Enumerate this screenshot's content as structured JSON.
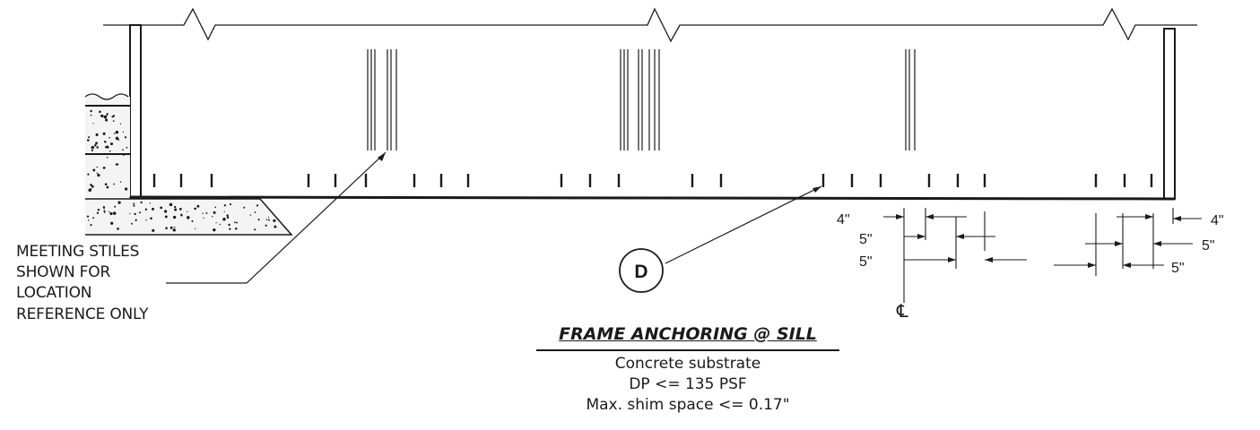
{
  "notes": {
    "meeting_stiles": [
      "MEETING STILES",
      "SHOWN FOR",
      "LOCATION",
      "REFERENCE ONLY"
    ]
  },
  "callout": {
    "label": "D"
  },
  "dimensions": {
    "left_group": {
      "d1": "4\"",
      "d2": "5\"",
      "d3": "5\""
    },
    "right_group": {
      "d1": "4\"",
      "d2": "5\"",
      "d3": "5\""
    },
    "centerline": "℄"
  },
  "title_block": {
    "title": "FRAME ANCHORING @ SILL",
    "lines": [
      "Concrete substrate",
      "DP <= 135 PSF",
      "Max. shim space <= 0.17\""
    ]
  },
  "colors": {
    "ink": "#1a1a1a",
    "background": "#ffffff"
  }
}
